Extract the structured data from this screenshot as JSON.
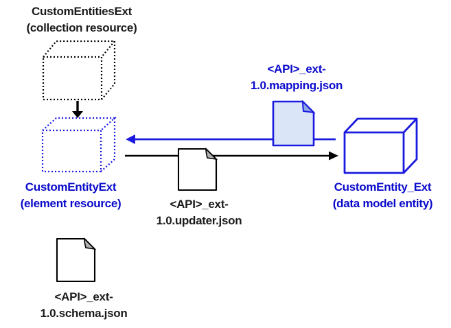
{
  "diagram": {
    "nodes": {
      "collection_resource": {
        "title": "CustomEntitiesExt",
        "subtitle": "(collection resource)"
      },
      "element_resource": {
        "title": "CustomEntityExt",
        "subtitle": "(element resource)"
      },
      "data_model_entity": {
        "title": "CustomEntity_Ext",
        "subtitle": "(data model entity)"
      },
      "mapping_file": {
        "line1": "<API>_ext-",
        "line2": "1.0.mapping.json"
      },
      "updater_file": {
        "line1": "<API>_ext-",
        "line2": "1.0.updater.json"
      },
      "schema_file": {
        "line1": "<API>_ext-",
        "line2": "1.0.schema.json"
      }
    },
    "icons": {
      "collection_resource": "dotted-black-cube-icon",
      "element_resource": "dotted-blue-cube-icon",
      "data_model_entity": "solid-blue-cube-icon",
      "mapping_file": "blue-document-icon",
      "updater_file": "white-document-icon",
      "schema_file": "white-document-icon"
    },
    "colors": {
      "blue_stroke": "#1a1ae0",
      "blue_text": "#0909cc",
      "blue_doc_fill": "#dbe5f8",
      "black": "#000000",
      "background": "#ffffff"
    }
  }
}
